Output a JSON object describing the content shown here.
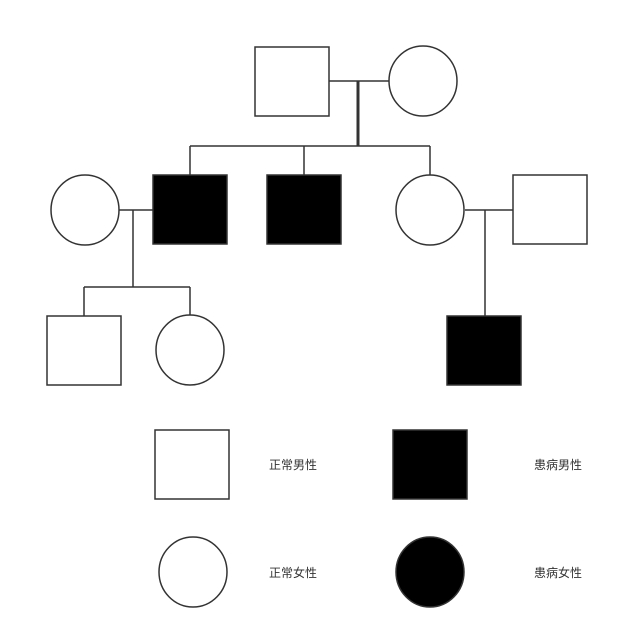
{
  "legend": {
    "normal_male": "正常男性",
    "affected_male": "患病男性",
    "normal_female": "正常女性",
    "affected_female": "患病女性"
  },
  "colors": {
    "stroke": "#333333",
    "affected_fill": "#000000",
    "normal_fill": "#ffffff"
  }
}
